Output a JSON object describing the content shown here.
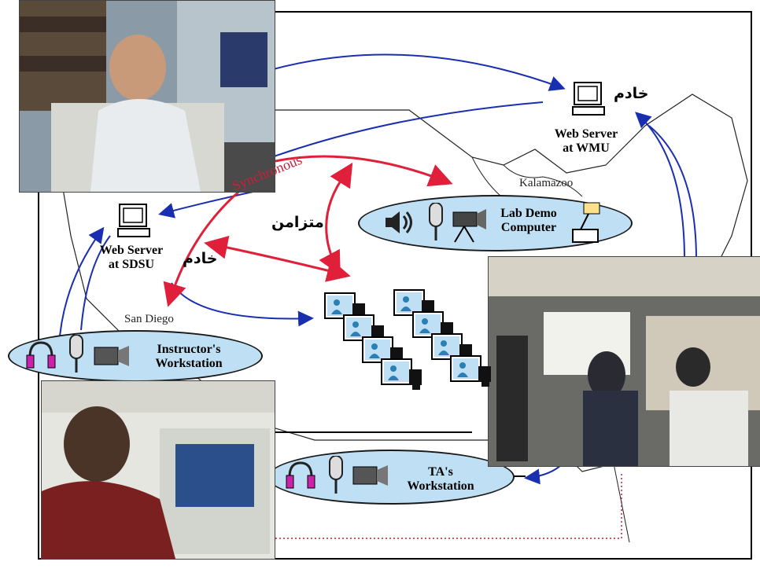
{
  "servers": {
    "wmu": {
      "line1": "Web Server",
      "line2": "at WMU",
      "arabic": "خادم"
    },
    "sdsu": {
      "line1": "Web Server",
      "line2": "at SDSU",
      "arabic": "خادم"
    }
  },
  "sync": {
    "english": "Synchronous",
    "arabic": "متزامن"
  },
  "lab_demo": {
    "line1": "Lab Demo",
    "line2": "Computer"
  },
  "instructor": {
    "line1": "Instructor's",
    "line2": "Workstation"
  },
  "ta": {
    "line1": "TA's",
    "line2": "Workstation"
  },
  "cities": {
    "kalamazoo": "Kalamazoo",
    "san_diego": "San Diego"
  },
  "colors": {
    "blue_arrow": "#1a2fb0",
    "red_arrow": "#e0203a",
    "pill_fill": "#bfe0f4",
    "sync_text": "#c8203a"
  },
  "icons": [
    "speaker-icon",
    "microphone-icon",
    "video-camera-icon",
    "projector-icon",
    "headphones-icon",
    "computer-icon",
    "student-workstation-icon"
  ]
}
